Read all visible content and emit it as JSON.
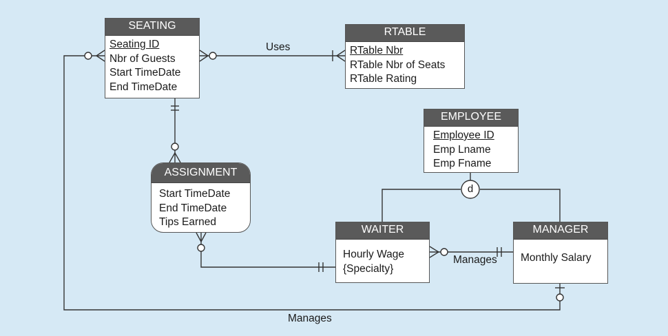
{
  "entities": {
    "seating": {
      "name": "SEATING",
      "pk": "Seating ID",
      "attrs": [
        "Nbr of Guests",
        "Start TimeDate",
        "End TimeDate"
      ]
    },
    "rtable": {
      "name": "RTABLE",
      "pk": "RTable Nbr",
      "attrs": [
        "RTable Nbr of Seats",
        "RTable Rating"
      ]
    },
    "employee": {
      "name": "EMPLOYEE",
      "pk": "Employee ID",
      "attrs": [
        "Emp Lname",
        "Emp Fname"
      ]
    },
    "assignment": {
      "name": "ASSIGNMENT",
      "attrs": [
        "Start TimeDate",
        "End TimeDate",
        "Tips Earned"
      ]
    },
    "waiter": {
      "name": "WAITER",
      "attrs": [
        "Hourly Wage",
        "{Specialty}"
      ]
    },
    "manager": {
      "name": "MANAGER",
      "attrs": [
        "Monthly Salary"
      ]
    }
  },
  "relationships": {
    "uses": "Uses",
    "manages_waiter": "Manages",
    "manages_seating": "Manages"
  },
  "subtype": {
    "symbol": "d"
  },
  "colors": {
    "background": "#d6e9f5",
    "header": "#5a5a5a",
    "line": "#333333"
  }
}
